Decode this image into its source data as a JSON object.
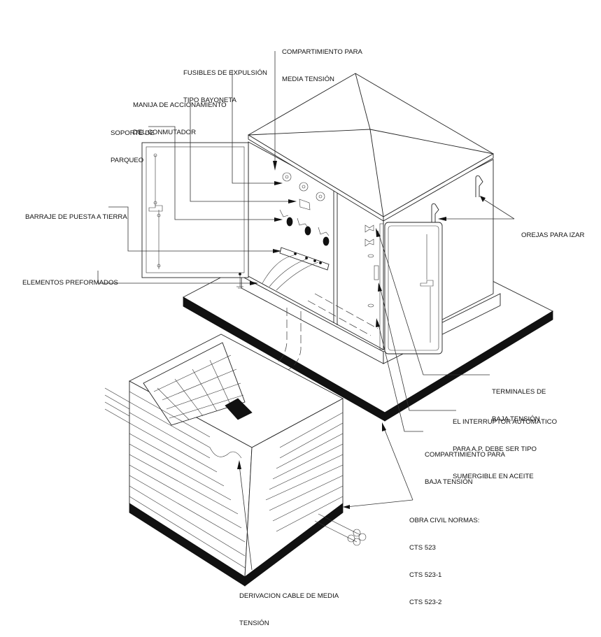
{
  "diagram": {
    "type": "isometric technical drawing",
    "subject": "Pad-mounted transformer on concrete base with brick cable vault"
  },
  "labels": {
    "compartimiento_mt": [
      "COMPARTIMIENTO PARA",
      "MEDIA TENSIÓN"
    ],
    "fusibles": [
      "FUSIBLES DE EXPULSIÓN",
      "TIPO BAYONETA"
    ],
    "manija": [
      "MANIJA DE ACCIONAMIENTO",
      "DEL CONMUTADOR"
    ],
    "soporte": [
      "SOPORTE DE",
      "PARQUEO"
    ],
    "barraje": [
      "BARRAJE DE PUESTA A TIERRA"
    ],
    "elementos": [
      "ELEMENTOS PREFORMADOS"
    ],
    "orejas": [
      "OREJAS PARA IZAR"
    ],
    "terminales_bt": [
      "TERMINALES DE",
      "BAJA TENSIÓN"
    ],
    "interruptor": [
      "EL INTERRUPTOR AUTOMÁTICO",
      "PARA A.P. DEBE SER TIPO",
      "SUMERGIBLE EN ACEITE"
    ],
    "compartimiento_bt": [
      "COMPARTIMIENTO PARA",
      "BAJA TENSIÓN"
    ],
    "obra_civil": [
      "OBRA CIVIL NORMAS:",
      "CTS 523",
      "CTS 523-1",
      "CTS 523-2"
    ],
    "derivacion": [
      "DERIVACION CABLE DE MEDIA",
      "TENSIÓN"
    ]
  },
  "colors": {
    "line": "#222222",
    "fill_dark": "#111111",
    "background": "#ffffff"
  }
}
